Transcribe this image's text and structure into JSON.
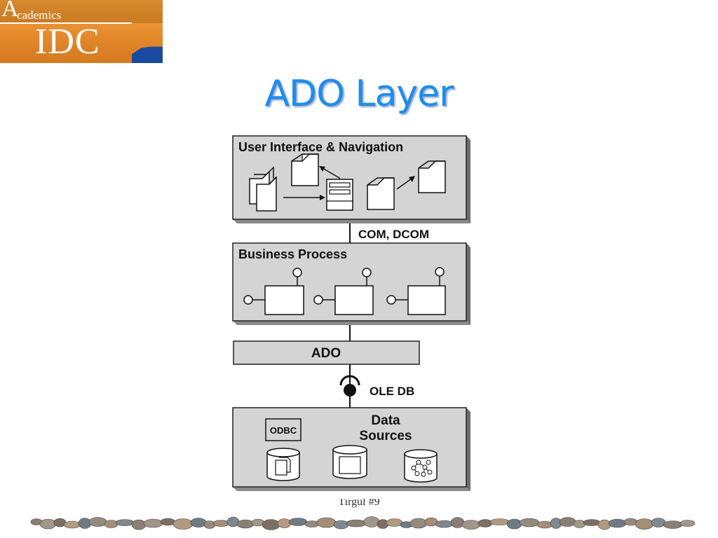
{
  "logo": {
    "initial": "A",
    "small": "cademics",
    "big": "IDC"
  },
  "title": "ADO Layer",
  "diagram": {
    "layers": {
      "ui": "User Interface & Navigation",
      "business": "Business Process",
      "ado": "ADO",
      "data_line1": "Data",
      "data_line2": "Sources"
    },
    "connectors": {
      "com": "COM, DCOM",
      "oledb": "OLE DB"
    },
    "odbc": "ODBC"
  },
  "caption": "Tirgul #9",
  "colors": {
    "title": "#1e8cf0",
    "layer_fill": "#d4d4d4",
    "logo_orange": "#e58a2b",
    "logo_navy": "#1a4aa0"
  }
}
